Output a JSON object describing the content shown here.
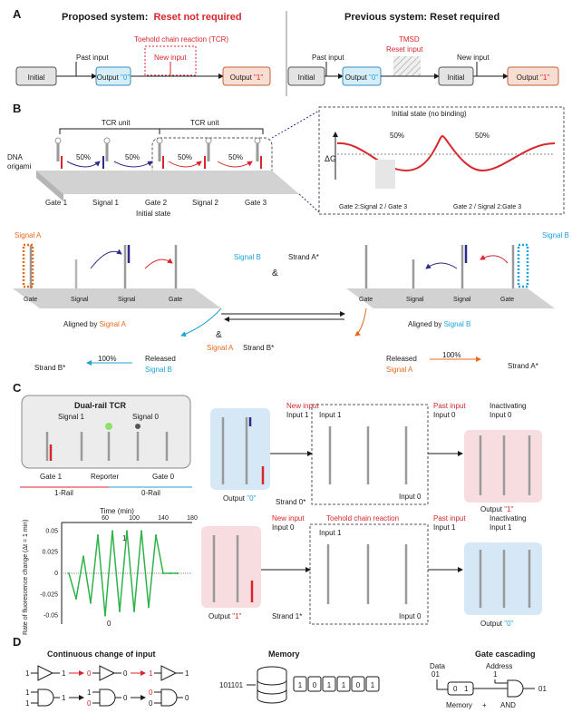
{
  "panelA": {
    "letter": "A",
    "left_title": "Proposed system:",
    "left_title_red": "Reset not required",
    "tcr_label": "Toehold chain reaction (TCR)",
    "past_input": "Past input",
    "new_input": "New input",
    "initial": "Initial",
    "output0_prefix": "Output ",
    "output0_val": "\"0\"",
    "output1_prefix": "Output ",
    "output1_val": "\"1\"",
    "right_title": "Previous system: Reset required",
    "tmsd": "TMSD",
    "reset_input": "Reset input",
    "initial2": "Initial",
    "initial3": "Initial",
    "past_input2": "Past input",
    "new_input2": "New input"
  },
  "panelB": {
    "letter": "B",
    "tcr_unit1": "TCR unit",
    "tcr_unit2": "TCR unit",
    "dna_origami": "DNA\norigami",
    "initial_state": "Initial state",
    "pct": "50%",
    "gates": [
      "Gate 1",
      "Signal 1",
      "Gate 2",
      "Signal 2",
      "Gate 3"
    ],
    "init_no_binding": "Initial state (no binding)",
    "dG": "ΔG",
    "gs_left": "Gate 2:Signal 2 / Gate 3",
    "gs_right": "Gate 2 / Signal 2:Gate 3",
    "signalA": "Signal A",
    "signalB": "Signal B",
    "strandA_star": "Strand A*",
    "strandB_star": "Strand B*",
    "amp": "&",
    "pct100": "100%",
    "aligned_A_prefix": "Aligned by ",
    "aligned_A": "Signal A",
    "aligned_B_prefix": "Aligned by ",
    "aligned_B": "Signal B",
    "released": "Released",
    "gate_labels": [
      "Gate",
      "Signal",
      "Signal",
      "Gate",
      "Gate",
      "Signal",
      "Signal",
      "Gate"
    ]
  },
  "panelC": {
    "letter": "C",
    "dual_rail": "Dual-rail TCR",
    "signal1": "Signal 1",
    "signal0": "Signal 0",
    "gate1": "Gate 1",
    "reporter": "Reporter",
    "gate0": "Gate 0",
    "rail1": "1-Rail",
    "rail0": "0-Rail",
    "new_input": "New input",
    "input1": "Input 1",
    "input1b": "Input 1",
    "input0": "Input 0",
    "strand0": "Strand 0*",
    "past_input": "Past input",
    "input0b": "Input 0",
    "inactivating": "Inactivating",
    "inactivating_input": "Input 0",
    "output0_prefix": "Output ",
    "output0_val": "\"0\"",
    "output1_prefix": "Output ",
    "output1_val": "\"1\"",
    "tcr": "Toehold chain reaction",
    "new_input2": "New input",
    "input0_2": "Input 0",
    "input1_2": "Input 1",
    "input0_3": "Input 0",
    "strand1": "Strand 1*",
    "past_input2": "Past input",
    "input1_3": "Input 1",
    "inactivating2": "Inactivating",
    "inactivating_input2": "Input 1",
    "output1b_prefix": "Output ",
    "output1b_val": "\"1\"",
    "output0b_prefix": "Output ",
    "output0b_val": "\"0\""
  },
  "panelD": {
    "letter": "D",
    "cont_title": "Continuous change of input",
    "memory_title": "Memory",
    "cascade_title": "Gate cascading",
    "mem_input": "101101",
    "mem_bits": [
      "1",
      "0",
      "1",
      "1",
      "0",
      "1"
    ],
    "data": "Data",
    "data_val": "01",
    "address": "Address",
    "address_val": "1",
    "mem_cells": [
      "0",
      "1"
    ],
    "memory_label": "Memory",
    "plus": "+",
    "and_label": "AND",
    "out": "01",
    "buf1_in": "1",
    "buf1_out": "1",
    "buf2_in": "0",
    "buf2_out": "0",
    "buf3_in": "1",
    "buf3_out": "1",
    "and1_a": "1",
    "and1_b": "1",
    "and1_out": "1",
    "and2_a": "1",
    "and2_b": "0",
    "and2_out": "0",
    "and3_a": "0",
    "and3_b": "0",
    "and3_out": "0"
  },
  "chart_data": {
    "type": "line",
    "xlabel": "Time (min)",
    "ylabel": "Rate of fluorescence change (Δt = 1 min)",
    "x_ticks": [
      60,
      100,
      140,
      180
    ],
    "y_ticks": [
      0.05,
      0.025,
      0,
      -0.025,
      -0.05
    ],
    "xlim": [
      0,
      180
    ],
    "ylim": [
      -0.06,
      0.06
    ],
    "annotations": [
      "1",
      "0"
    ],
    "x": [
      10,
      20,
      30,
      40,
      50,
      60,
      70,
      80,
      90,
      100,
      110,
      120,
      130,
      140,
      150,
      160
    ],
    "values": [
      0,
      -0.03,
      0.02,
      -0.035,
      0.045,
      -0.05,
      0.05,
      -0.045,
      0.05,
      -0.045,
      0.05,
      -0.04,
      0.045,
      0,
      0,
      0
    ],
    "series": [
      {
        "values": [
          0,
          -0.03,
          0.02,
          -0.035,
          0.045,
          -0.05,
          0.05,
          -0.045,
          0.05,
          -0.045,
          0.05,
          -0.04,
          0.045,
          0,
          0,
          0
        ]
      }
    ],
    "line_color": "#2db34a"
  }
}
